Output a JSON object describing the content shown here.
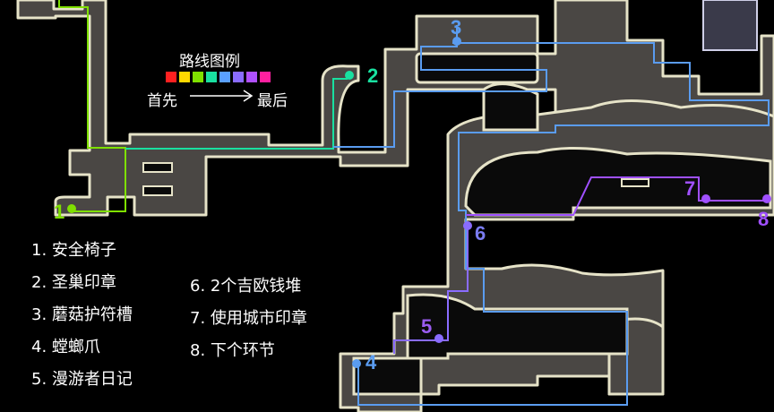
{
  "legend": {
    "title": "路线图例",
    "first": "首先",
    "last": "最后",
    "colors": [
      "#ff2020",
      "#ffd800",
      "#7fe000",
      "#19e0a0",
      "#5aa0ff",
      "#8a6cff",
      "#b050ff",
      "#ff20a0"
    ]
  },
  "markers": [
    {
      "label": "1",
      "color": "#7fe000"
    },
    {
      "label": "2",
      "color": "#19e0a0"
    },
    {
      "label": "3",
      "color": "#5a9cf0"
    },
    {
      "label": "4",
      "color": "#5a9cf0"
    },
    {
      "label": "5",
      "color": "#9a5cf0"
    },
    {
      "label": "6",
      "color": "#7a7cf0"
    },
    {
      "label": "7",
      "color": "#a050ff"
    },
    {
      "label": "8",
      "color": "#a050ff"
    }
  ],
  "key_list": [
    "1. 安全椅子",
    "2. 圣巢印章",
    "3. 蘑菇护符槽",
    "4. 螳螂爪",
    "5. 漫游者日记",
    "6. 2个吉欧钱堆",
    "7. 使用城市印章",
    "8. 下个环节"
  ]
}
